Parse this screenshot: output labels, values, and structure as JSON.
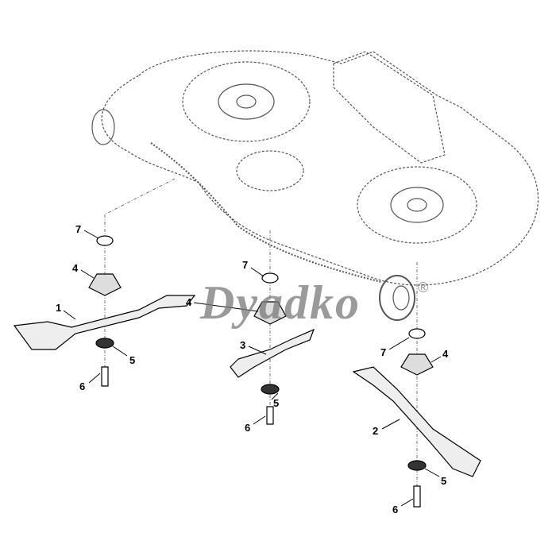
{
  "watermark": {
    "text": "Dyadko",
    "registered": "®"
  },
  "callouts": [
    {
      "id": "left-washer",
      "label": "7"
    },
    {
      "id": "left-hub",
      "label": "4"
    },
    {
      "id": "left-blade",
      "label": "1"
    },
    {
      "id": "left-spring-washer",
      "label": "5"
    },
    {
      "id": "left-bolt",
      "label": "6"
    },
    {
      "id": "center-washer",
      "label": "7"
    },
    {
      "id": "center-hub",
      "label": "4"
    },
    {
      "id": "center-blade",
      "label": "3"
    },
    {
      "id": "center-spring-washer",
      "label": "5"
    },
    {
      "id": "center-bolt",
      "label": "6"
    },
    {
      "id": "right-washer",
      "label": "7"
    },
    {
      "id": "right-hub",
      "label": "4"
    },
    {
      "id": "right-blade",
      "label": "2"
    },
    {
      "id": "right-spring-washer",
      "label": "5"
    },
    {
      "id": "right-bolt",
      "label": "6"
    }
  ]
}
